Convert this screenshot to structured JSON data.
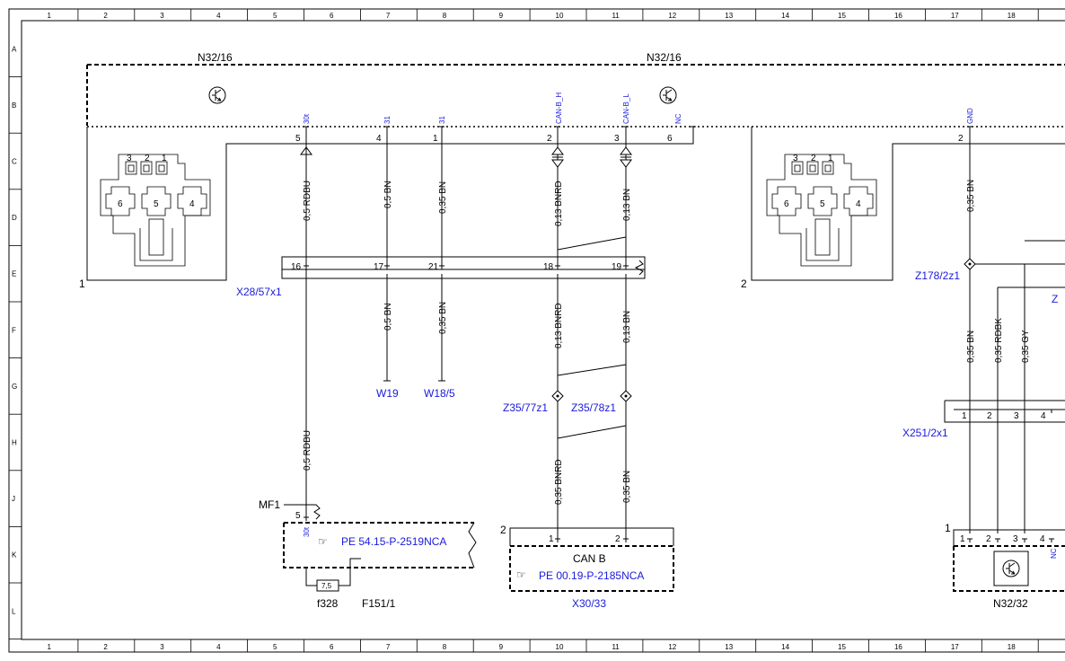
{
  "columns": [
    "1",
    "2",
    "3",
    "4",
    "5",
    "6",
    "7",
    "8",
    "9",
    "10",
    "11",
    "12",
    "13",
    "14",
    "15",
    "16",
    "17",
    "18"
  ],
  "rows": [
    "A",
    "B",
    "C",
    "D",
    "E",
    "F",
    "G",
    "H",
    "J",
    "K",
    "L"
  ],
  "modules": {
    "n3216_left": "N32/16",
    "n3216_right": "N32/16",
    "n3232": "N32/32"
  },
  "section_markers": {
    "one": "1",
    "two": "2"
  },
  "pins_top": [
    {
      "signal": "30t",
      "pin": "5"
    },
    {
      "signal": "31",
      "pin": "4"
    },
    {
      "signal": "31",
      "pin": "1"
    },
    {
      "signal": "CAN-B_H",
      "pin": "2"
    },
    {
      "signal": "CAN-B_L",
      "pin": "3"
    },
    {
      "signal": "NC",
      "pin": "6"
    },
    {
      "signal": "GND",
      "pin": "2"
    }
  ],
  "connector_pins": {
    "p3": "3",
    "p2": "2",
    "p1": "1",
    "p6": "6",
    "p5": "5",
    "p4": "4"
  },
  "x28": {
    "name": "X28/57x1",
    "pins": [
      "16",
      "17",
      "21",
      "18",
      "19"
    ]
  },
  "wires": {
    "w1": "0,5 RDBU",
    "w2": "0,5 BN",
    "w3": "0,35 BN",
    "w4": "0,13 BNRD",
    "w5": "0,13 BN",
    "w6": "0,35 BN",
    "w7": "0,5 BN",
    "w8": "0,35 BN",
    "w9": "0,13 BNRD",
    "w10": "0,13 BN",
    "w11": "0,5 RDBU",
    "w12": "0,35 BNRD",
    "w13": "0,35 BN",
    "w14": "0,35 BN",
    "w15": "0,35 RDBK",
    "w16": "0,35 GY"
  },
  "grounds": {
    "w19": "W19",
    "w185": "W18/5"
  },
  "splices": {
    "z3577": "Z35/77z1",
    "z3578": "Z35/78z1",
    "z178": "Z178/2z1",
    "z_partial": "Z"
  },
  "mf1": {
    "label": "MF1",
    "pin": "5",
    "signal": "30t",
    "ref": "PE 54.15-P-2519NCA",
    "fuse": "7,5",
    "fuse_name": "f328",
    "module": "F151/1"
  },
  "canb": {
    "marker": "2",
    "pin1": "1",
    "pin2": "2",
    "title": "CAN B",
    "ref": "PE 00.19-P-2185NCA",
    "name": "X30/33"
  },
  "x251": {
    "name": "X251/2x1",
    "pins": [
      "1",
      "2",
      "3",
      "4"
    ]
  },
  "n3232": {
    "marker": "1",
    "pins": [
      "1",
      "2",
      "3",
      "4"
    ],
    "nc": "NC"
  }
}
